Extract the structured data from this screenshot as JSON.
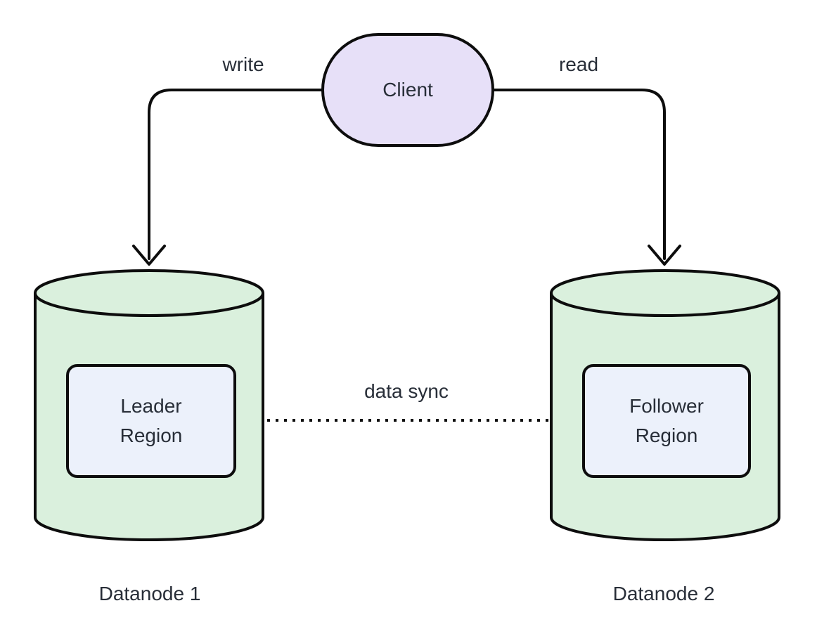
{
  "diagram": {
    "type": "architecture-diagram",
    "colors": {
      "background": "#ffffff",
      "client_fill": "#e7e0f8",
      "datanode_fill": "#daf0dd",
      "region_fill": "#ecf1fb",
      "stroke": "#0d0d0d",
      "text": "#282e38"
    },
    "nodes": {
      "client": {
        "label": "Client",
        "shape": "stadium"
      },
      "leader_region": {
        "label": "Leader Region",
        "shape": "rounded-rect"
      },
      "follower_region": {
        "label": "Follower Region",
        "shape": "rounded-rect"
      },
      "datanode1": {
        "label": "Datanode 1",
        "shape": "cylinder"
      },
      "datanode2": {
        "label": "Datanode 2",
        "shape": "cylinder"
      }
    },
    "edges": {
      "write": {
        "label": "write",
        "from": "client",
        "to": "datanode1",
        "style": "solid"
      },
      "read": {
        "label": "read",
        "from": "client",
        "to": "datanode2",
        "style": "solid"
      },
      "data_sync": {
        "label": "data sync",
        "from": "leader_region",
        "to": "follower_region",
        "style": "dotted"
      }
    }
  }
}
